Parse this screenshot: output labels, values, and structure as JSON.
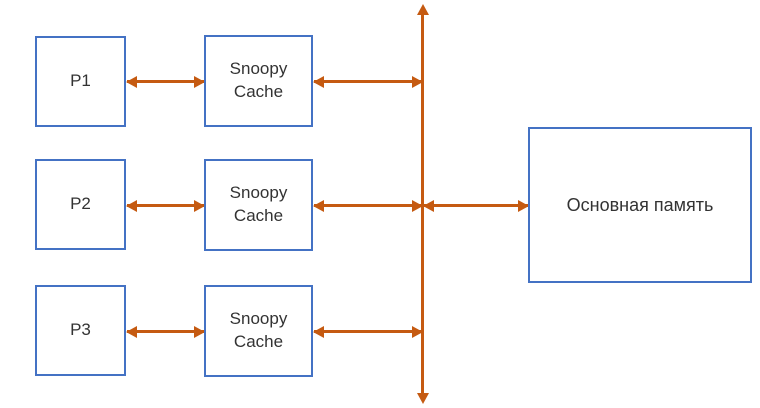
{
  "diagram": {
    "processors": [
      {
        "label": "P1"
      },
      {
        "label": "P2"
      },
      {
        "label": "P3"
      }
    ],
    "caches": [
      {
        "label": "Snoopy Cache"
      },
      {
        "label": "Snoopy Cache"
      },
      {
        "label": "Snoopy Cache"
      }
    ],
    "memory": {
      "label": "Основная память"
    }
  },
  "colors": {
    "box_border": "#4472C4",
    "arrow": "#C55A11",
    "text": "#333333",
    "background": "#FFFFFF"
  }
}
